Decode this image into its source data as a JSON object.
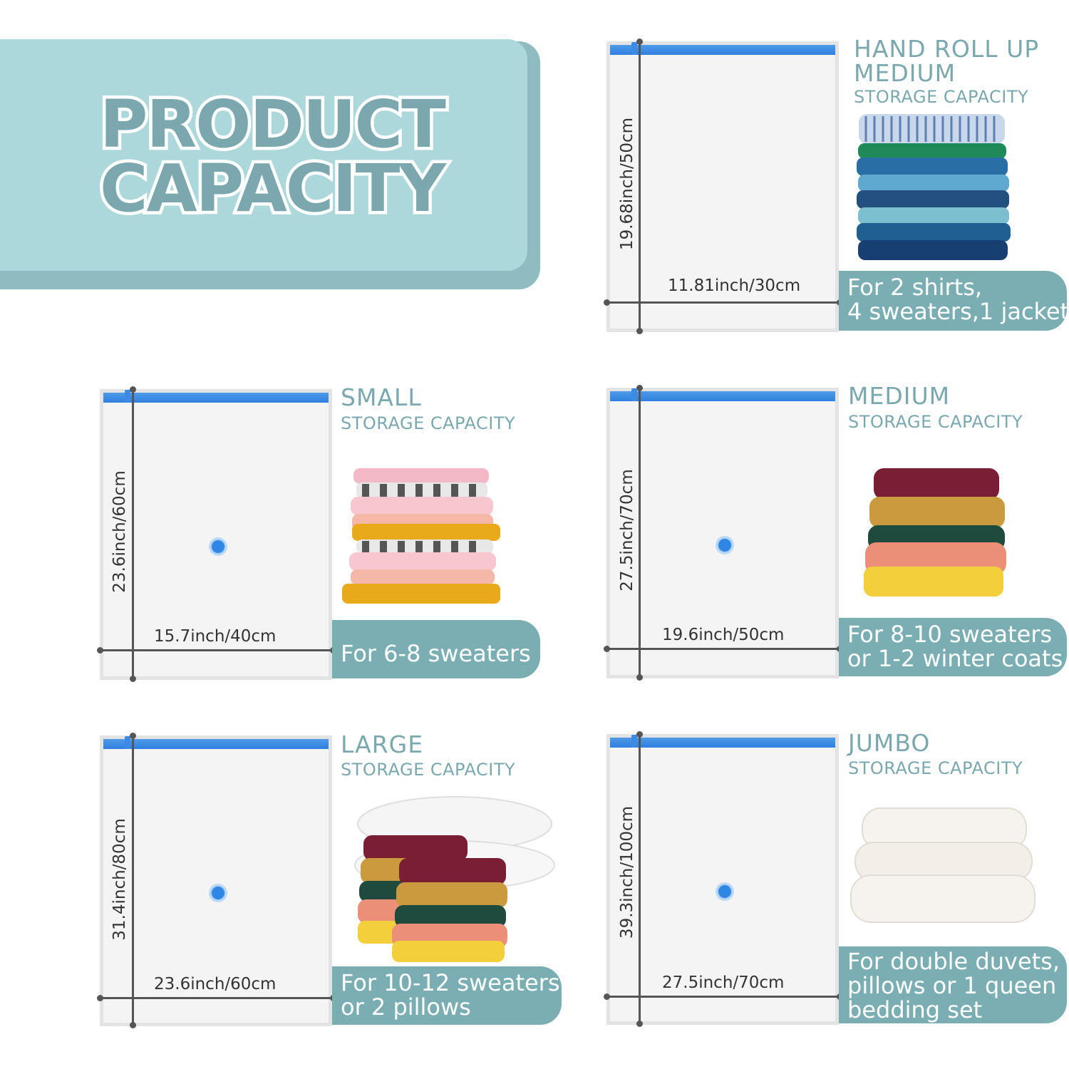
{
  "banner": {
    "line1": "PRODUCT",
    "line2": "CAPACITY"
  },
  "products": {
    "hand_roll": {
      "title_line1": "HAND ROLL UP",
      "title_line2": "MEDIUM",
      "capacity_label": "STORAGE CAPACITY",
      "height_dim": "19.68inch/50cm",
      "width_dim": "11.81inch/30cm",
      "use_line1": "For 2 shirts,",
      "use_line2": "4 sweaters,1 jacket"
    },
    "small": {
      "title": "SMALL",
      "capacity_label": "STORAGE CAPACITY",
      "height_dim": "23.6inch/60cm",
      "width_dim": "15.7inch/40cm",
      "use_line1": "For 6-8 sweaters"
    },
    "medium": {
      "title": "MEDIUM",
      "capacity_label": "STORAGE CAPACITY",
      "height_dim": "27.5inch/70cm",
      "width_dim": "19.6inch/50cm",
      "use_line1": "For 8-10 sweaters",
      "use_line2": "or 1-2 winter coats"
    },
    "large": {
      "title": "LARGE",
      "capacity_label": "STORAGE CAPACITY",
      "height_dim": "31.4inch/80cm",
      "width_dim": "23.6inch/60cm",
      "use_line1": "For 10-12 sweaters",
      "use_line2": "or 2 pillows"
    },
    "jumbo": {
      "title": "JUMBO",
      "capacity_label": "STORAGE CAPACITY",
      "height_dim": "39.3inch/100cm",
      "width_dim": "27.5inch/70cm",
      "use_line1": "For double duvets,",
      "use_line2": "pillows or 1 queen",
      "use_line3": "bedding set"
    }
  },
  "colors": {
    "accent": "#7aa8ae",
    "banner": "#acd8dc",
    "tag": "#7aaeb3",
    "zipper": "#2f7fde"
  }
}
